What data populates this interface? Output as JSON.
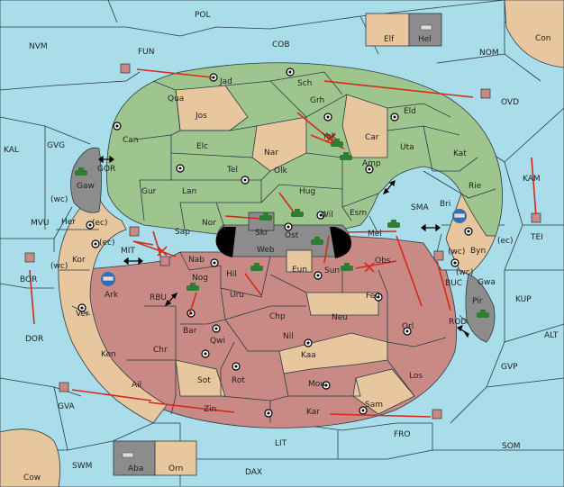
{
  "sea_labels": [
    {
      "id": "pol",
      "text": "POL"
    },
    {
      "id": "nvm",
      "text": "NVM"
    },
    {
      "id": "fun",
      "text": "FUN"
    },
    {
      "id": "cob",
      "text": "COB"
    },
    {
      "id": "nom",
      "text": "NOM"
    },
    {
      "id": "con",
      "text": "Con"
    },
    {
      "id": "kal",
      "text": "KAL"
    },
    {
      "id": "gvg",
      "text": "GVG"
    },
    {
      "id": "gor",
      "text": "GOR"
    },
    {
      "id": "mvu",
      "text": "MVU"
    },
    {
      "id": "mit",
      "text": "MIT"
    },
    {
      "id": "bor",
      "text": "BOR"
    },
    {
      "id": "dor",
      "text": "DOR"
    },
    {
      "id": "rbu",
      "text": "RBU"
    },
    {
      "id": "gva",
      "text": "GVA"
    },
    {
      "id": "swm",
      "text": "SWM"
    },
    {
      "id": "cow",
      "text": "Cow"
    },
    {
      "id": "dax",
      "text": "DAX"
    },
    {
      "id": "lit",
      "text": "LIT"
    },
    {
      "id": "fro",
      "text": "FRO"
    },
    {
      "id": "som",
      "text": "SOM"
    },
    {
      "id": "gvp",
      "text": "GVP"
    },
    {
      "id": "alt",
      "text": "ALT"
    },
    {
      "id": "kup",
      "text": "KUP"
    },
    {
      "id": "kam",
      "text": "KAM"
    },
    {
      "id": "tei",
      "text": "TEI"
    },
    {
      "id": "ovd",
      "text": "OVD"
    },
    {
      "id": "sma",
      "text": "SMA"
    },
    {
      "id": "bri",
      "text": "Bri"
    },
    {
      "id": "buc",
      "text": "BUC"
    },
    {
      "id": "rod",
      "text": "ROD"
    }
  ],
  "land_labels": [
    {
      "id": "jad",
      "text": "Jad"
    },
    {
      "id": "sch",
      "text": "Sch"
    },
    {
      "id": "qua",
      "text": "Qua"
    },
    {
      "id": "jos",
      "text": "Jos"
    },
    {
      "id": "grh",
      "text": "Grh"
    },
    {
      "id": "eld",
      "text": "Eld"
    },
    {
      "id": "can",
      "text": "Can"
    },
    {
      "id": "elc",
      "text": "Elc"
    },
    {
      "id": "nar",
      "text": "Nar"
    },
    {
      "id": "yok",
      "text": "Yok"
    },
    {
      "id": "car",
      "text": "Car"
    },
    {
      "id": "uta",
      "text": "Uta"
    },
    {
      "id": "kat",
      "text": "Kat"
    },
    {
      "id": "tel",
      "text": "Tel"
    },
    {
      "id": "olk",
      "text": "Olk"
    },
    {
      "id": "amp",
      "text": "Amp"
    },
    {
      "id": "gaw",
      "text": "Gaw"
    },
    {
      "id": "gur",
      "text": "Gur"
    },
    {
      "id": "lan",
      "text": "Lan"
    },
    {
      "id": "hug",
      "text": "Hug"
    },
    {
      "id": "rie",
      "text": "Rie"
    },
    {
      "id": "her",
      "text": "Her"
    },
    {
      "id": "nor",
      "text": "Nor"
    },
    {
      "id": "skr",
      "text": "Skr"
    },
    {
      "id": "wil",
      "text": "Wil"
    },
    {
      "id": "esm",
      "text": "Esm"
    },
    {
      "id": "sap",
      "text": "Sap"
    },
    {
      "id": "web",
      "text": "Web"
    },
    {
      "id": "ost",
      "text": "Ost"
    },
    {
      "id": "mel",
      "text": "Mel"
    },
    {
      "id": "byn",
      "text": "Byn"
    },
    {
      "id": "kor",
      "text": "Kor"
    },
    {
      "id": "nab",
      "text": "Nab"
    },
    {
      "id": "eun",
      "text": "Eun"
    },
    {
      "id": "sun",
      "text": "Sun"
    },
    {
      "id": "obs",
      "text": "Obs"
    },
    {
      "id": "gwa",
      "text": "Gwa"
    },
    {
      "id": "ark",
      "text": "Ark"
    },
    {
      "id": "hil",
      "text": "Hil"
    },
    {
      "id": "nog",
      "text": "Nog"
    },
    {
      "id": "uru",
      "text": "Uru"
    },
    {
      "id": "feu",
      "text": "Feu"
    },
    {
      "id": "pir",
      "text": "Pir"
    },
    {
      "id": "ver",
      "text": "Ver"
    },
    {
      "id": "chp",
      "text": "Chp"
    },
    {
      "id": "neu",
      "text": "Neu"
    },
    {
      "id": "orl",
      "text": "Orl"
    },
    {
      "id": "bar",
      "text": "Bar"
    },
    {
      "id": "qwi",
      "text": "Qwi"
    },
    {
      "id": "nil",
      "text": "Nil"
    },
    {
      "id": "ken",
      "text": "Ken"
    },
    {
      "id": "chr",
      "text": "Chr"
    },
    {
      "id": "kaa",
      "text": "Kaa"
    },
    {
      "id": "sot",
      "text": "Sot"
    },
    {
      "id": "rot",
      "text": "Rot"
    },
    {
      "id": "ail",
      "text": "Ail"
    },
    {
      "id": "mou",
      "text": "Mou"
    },
    {
      "id": "los",
      "text": "Los"
    },
    {
      "id": "zin",
      "text": "Zin"
    },
    {
      "id": "kar",
      "text": "Kar"
    },
    {
      "id": "sam",
      "text": "Sam"
    },
    {
      "id": "elf",
      "text": "Elf"
    },
    {
      "id": "hel",
      "text": "Hel"
    },
    {
      "id": "aba",
      "text": "Aba"
    },
    {
      "id": "orn",
      "text": "Orn"
    }
  ],
  "coast_tags": [
    {
      "id": "wc1",
      "text": "(wc)"
    },
    {
      "id": "ec1",
      "text": "(ec)"
    },
    {
      "id": "ec2",
      "text": "(ec)"
    },
    {
      "id": "wc2",
      "text": "(wc)"
    },
    {
      "id": "wc3",
      "text": "(wc)"
    },
    {
      "id": "ec3",
      "text": "(ec)"
    },
    {
      "id": "wc4",
      "text": "(wc)"
    }
  ],
  "colors": {
    "sea": "#a8dde9",
    "green_power": "#9fc58e",
    "red_power": "#c98a86",
    "neutral": "#e8c79e",
    "impassable": "#8c8c8c",
    "order_arrow": "#d42a1a",
    "army": "#2e7d32",
    "support": "#f6ef2a"
  },
  "icons": {
    "army": "tank-icon",
    "fleet": "ship-icon",
    "supply_center": "supply-center-icon",
    "blocked": "cross-icon",
    "convoy": "double-arrow-icon"
  }
}
